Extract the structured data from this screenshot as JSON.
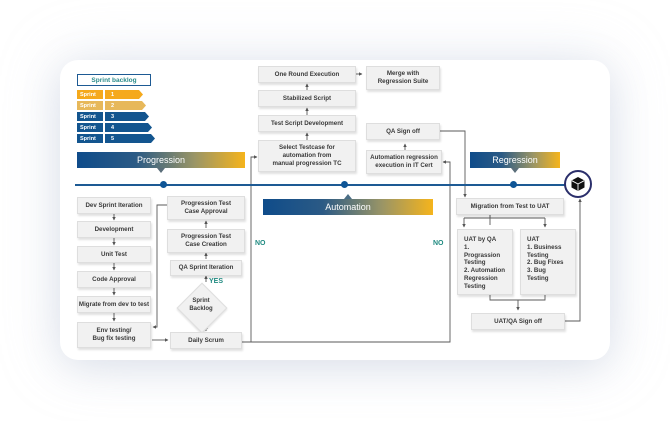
{
  "sprint_backlog": {
    "title": "Sprint backlog",
    "sprints": [
      {
        "label": "Sprint",
        "number": "1",
        "color": "#f5a91c"
      },
      {
        "label": "Sprint",
        "number": "2",
        "color": "#e7b85a"
      },
      {
        "label": "Sprint",
        "number": "3",
        "color": "#13558f"
      },
      {
        "label": "Sprint",
        "number": "4",
        "color": "#13558f"
      },
      {
        "label": "Sprint",
        "number": "5",
        "color": "#13558f"
      }
    ]
  },
  "phases": {
    "progression": "Progression",
    "automation": "Automation",
    "regression": "Regression"
  },
  "progression": {
    "dev_column": [
      "Dev Sprint Iteration",
      "Development",
      "Unit Test",
      "Code Approval",
      "Migrate from dev to test",
      "Env testing/\nBug fix testing"
    ],
    "qa_column": [
      "Progression Test\nCase Approval",
      "Progression Test\nCase Creation",
      "QA Sprint Iteration"
    ],
    "decision": "Sprint\nBacklog",
    "daily_scrum": "Daily Scrum",
    "yes_label": "YES"
  },
  "automation": {
    "steps": [
      "One Round Execution",
      "Stabilized Script",
      "Test Script Development",
      "Select Testcase for\nautomation from\nmanual progression TC"
    ],
    "merge": "Merge with\nRegression Suite",
    "qa_sign_off": "QA Sign off",
    "regression_execution": "Automation regression\nexecution in IT Cert",
    "no_label_left": "NO",
    "no_label_right": "NO"
  },
  "regression": {
    "migration": "Migration from Test to UAT",
    "uat_by_qa": "UAT by QA\n1. Prograssion\nTesting\n2. Automation\nRegression\nTesting",
    "uat": "UAT\n1. Business\nTesting\n2. Bug Fixes\n3. Bug Testing",
    "sign_off": "UAT/QA Sign off"
  },
  "icons": {
    "end_node": "cube-icon"
  },
  "colors": {
    "timeline": "#1d5a94",
    "accent_teal": "#1f8a80",
    "gradient_start": "#0f4c8a",
    "gradient_end": "#f5b41c"
  }
}
